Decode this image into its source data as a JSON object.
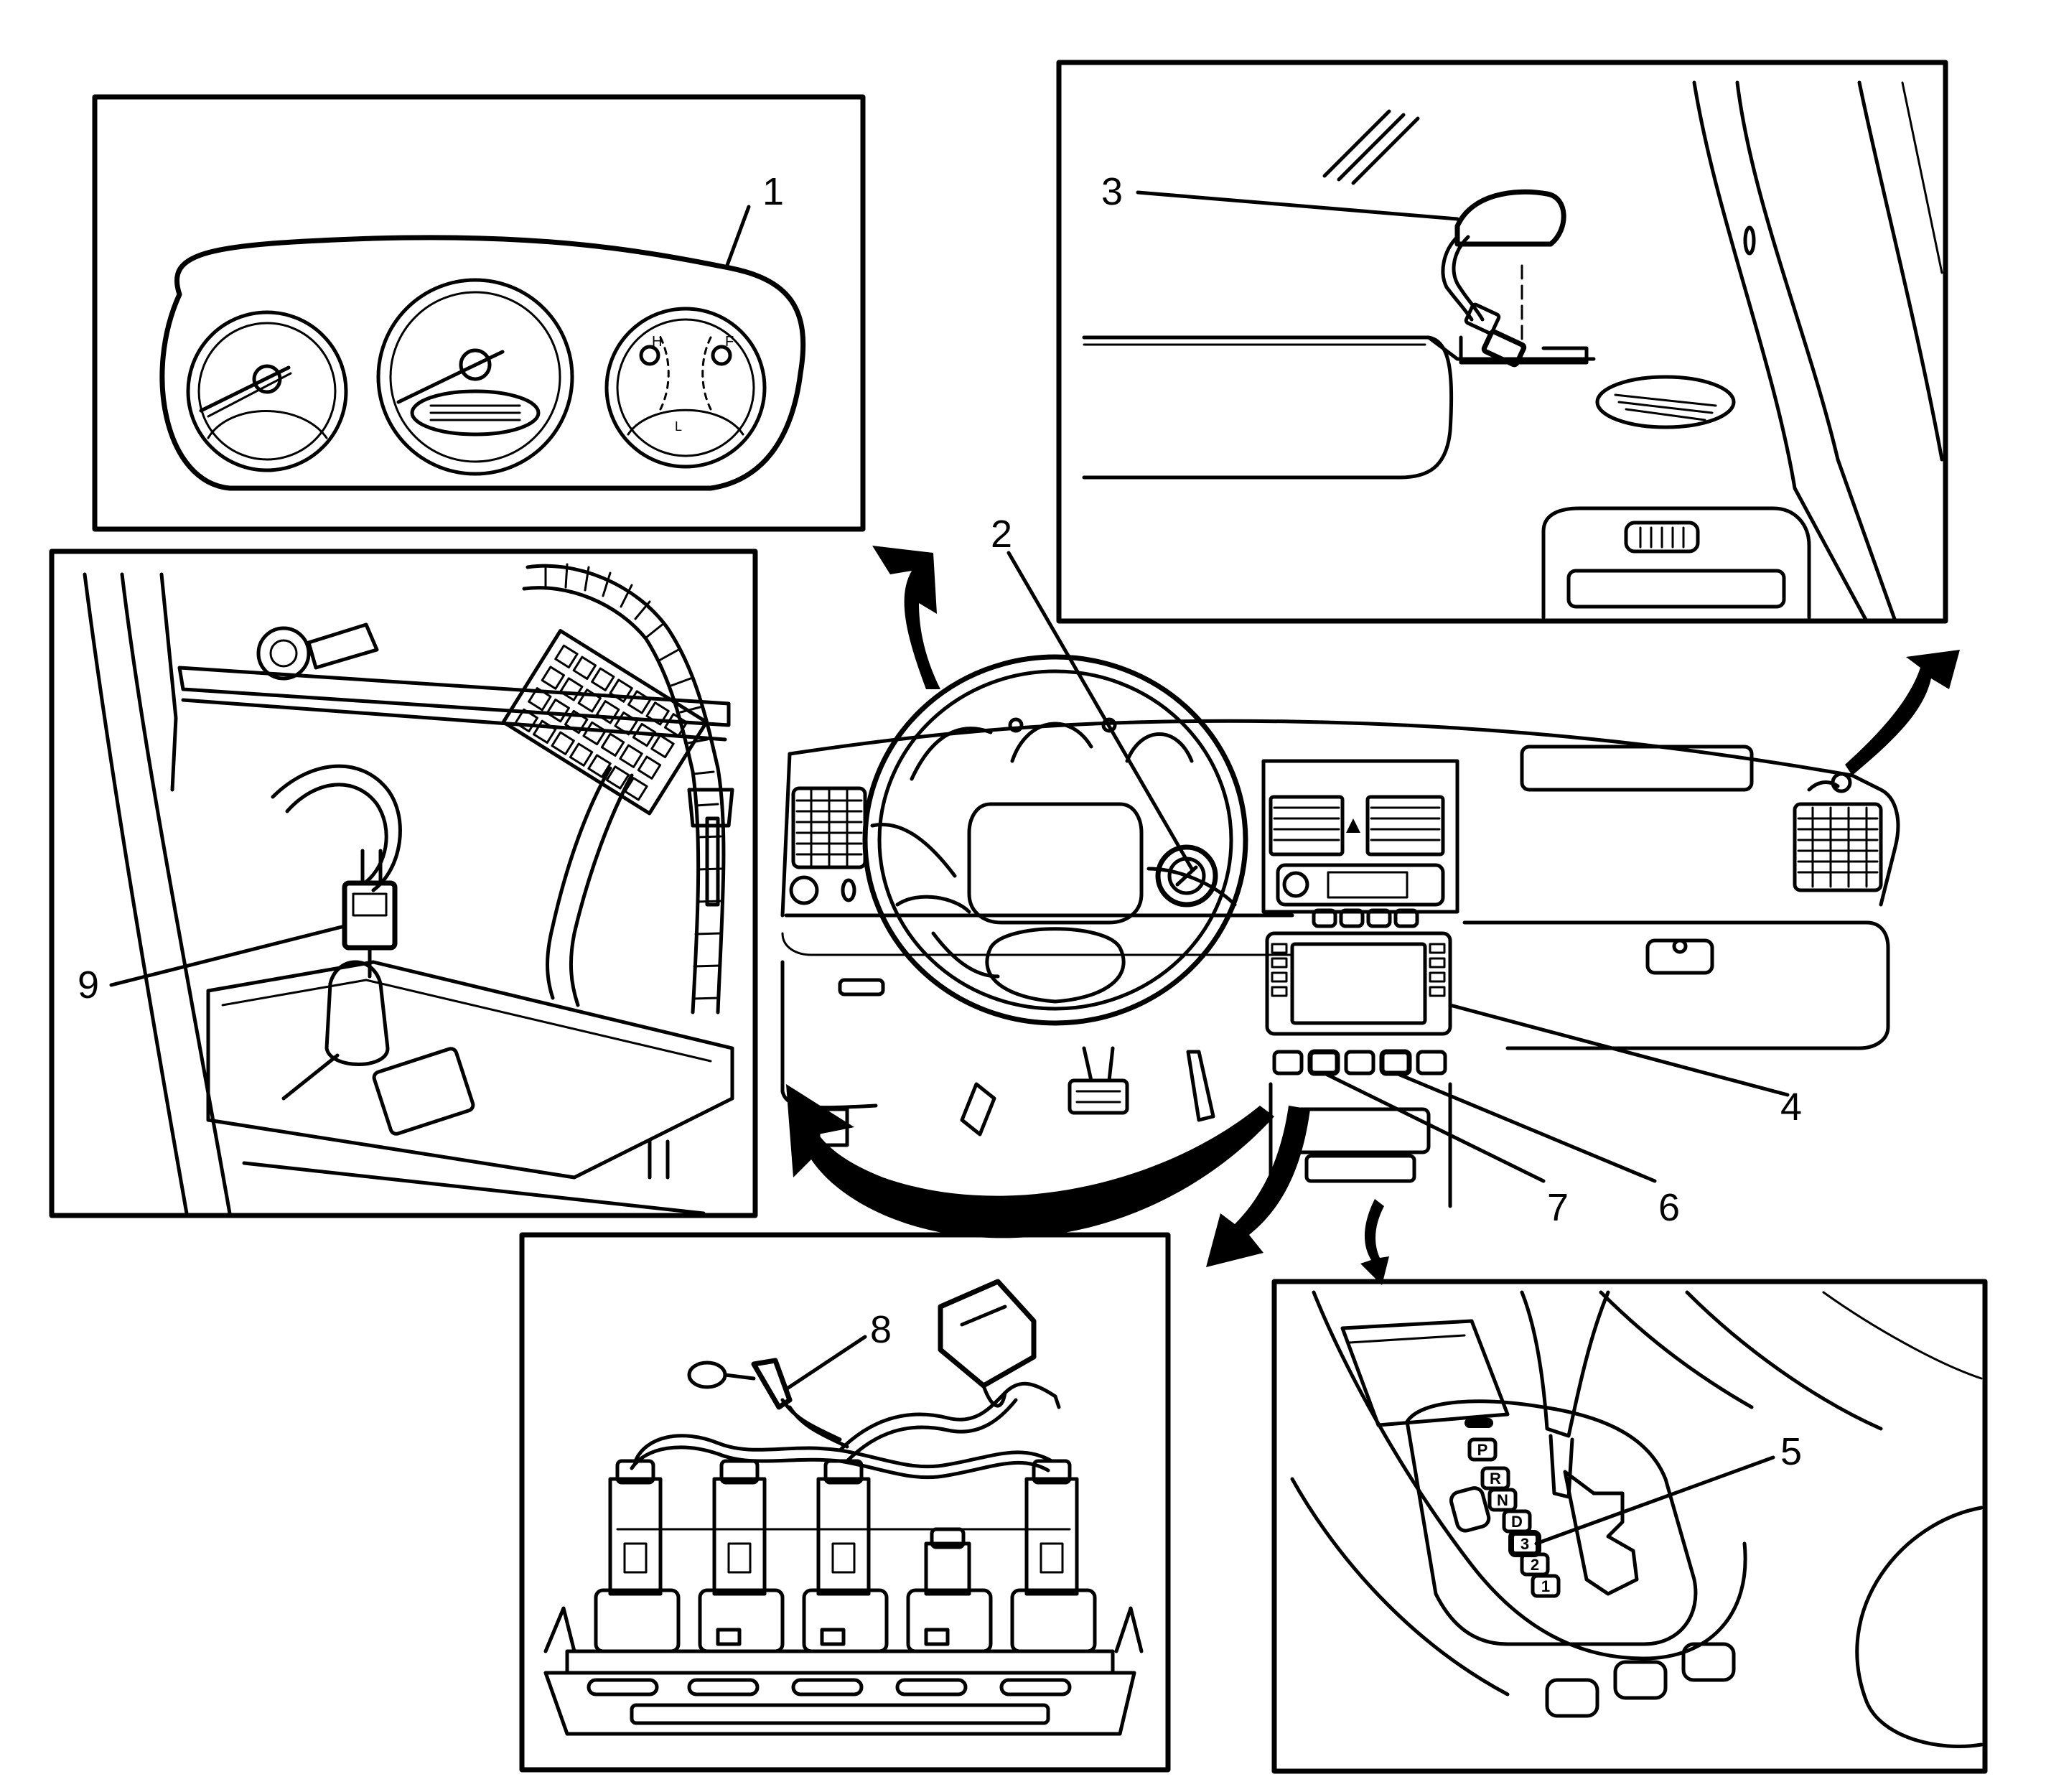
{
  "callouts": [
    "1",
    "2",
    "3",
    "4",
    "5",
    "6",
    "7",
    "8",
    "9"
  ],
  "gear_positions": [
    "P",
    "R",
    "N",
    "D",
    "3",
    "2",
    "1"
  ],
  "gauge_letters": {
    "h": "H",
    "f": "F",
    "l": "L"
  },
  "colors": {
    "ink": "#000000",
    "paper": "#ffffff"
  }
}
